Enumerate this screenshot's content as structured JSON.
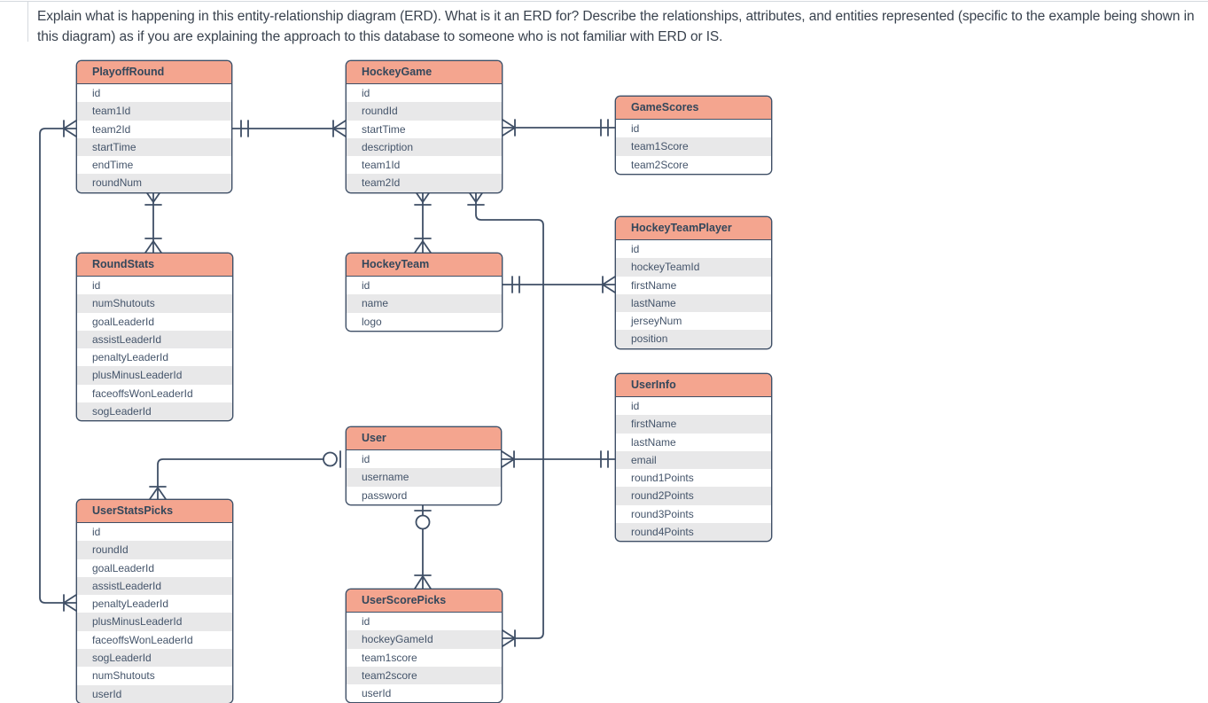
{
  "question": {
    "text": "Explain what is happening in this entity-relationship diagram (ERD). What is it an ERD for? Describe the relationships, attributes, and entities represented (specific to the example being shown in this diagram) as if you are explaining the approach to this database to someone who is not familiar with ERD or IS."
  },
  "diagram": {
    "colors": {
      "entity_header_fill": "#f4a58f",
      "entity_border": "#3f4f66",
      "relationship_line": "#3f4f66",
      "row_alt_fill": "#e8e8e9",
      "row_text": "#44546a",
      "header_text": "#33475b"
    },
    "entities": [
      {
        "name": "PlayoffRound",
        "fields": [
          "id",
          "team1Id",
          "team2Id",
          "startTime",
          "endTime",
          "roundNum"
        ]
      },
      {
        "name": "HockeyGame",
        "fields": [
          "id",
          "roundId",
          "startTime",
          "description",
          "team1Id",
          "team2Id"
        ]
      },
      {
        "name": "GameScores",
        "fields": [
          "id",
          "team1Score",
          "team2Score"
        ]
      },
      {
        "name": "HockeyTeamPlayer",
        "fields": [
          "id",
          "hockeyTeamId",
          "firstName",
          "lastName",
          "jerseyNum",
          "position"
        ]
      },
      {
        "name": "RoundStats",
        "fields": [
          "id",
          "numShutouts",
          "goalLeaderId",
          "assistLeaderId",
          "penaltyLeaderId",
          "plusMinusLeaderId",
          "faceoffsWonLeaderId",
          "sogLeaderId"
        ]
      },
      {
        "name": "HockeyTeam",
        "fields": [
          "id",
          "name",
          "logo"
        ]
      },
      {
        "name": "UserInfo",
        "fields": [
          "id",
          "firstName",
          "lastName",
          "email",
          "round1Points",
          "round2Points",
          "round3Points",
          "round4Points"
        ]
      },
      {
        "name": "User",
        "fields": [
          "id",
          "username",
          "password"
        ]
      },
      {
        "name": "UserStatsPicks",
        "fields": [
          "id",
          "roundId",
          "goalLeaderId",
          "assistLeaderId",
          "penaltyLeaderId",
          "plusMinusLeaderId",
          "faceoffsWonLeaderId",
          "sogLeaderId",
          "numShutouts",
          "userId"
        ]
      },
      {
        "name": "UserScorePicks",
        "fields": [
          "id",
          "hockeyGameId",
          "team1score",
          "team2score",
          "userId"
        ]
      }
    ],
    "relationships": [
      {
        "from": "PlayoffRound",
        "to": "HockeyGame",
        "from_cardinality": "one-and-only-one",
        "to_cardinality": "one-or-many"
      },
      {
        "from": "HockeyGame",
        "to": "GameScores",
        "from_cardinality": "one-or-many",
        "to_cardinality": "one-and-only-one"
      },
      {
        "from": "PlayoffRound",
        "to": "UserStatsPicks",
        "from_cardinality": "one-or-many",
        "to_cardinality": "one-or-many"
      },
      {
        "from": "PlayoffRound",
        "to": "RoundStats",
        "from_cardinality": "one-or-many",
        "to_cardinality": "one-or-many"
      },
      {
        "from": "HockeyGame",
        "to": "HockeyTeam",
        "from_cardinality": "one-or-many",
        "to_cardinality": "one-or-many"
      },
      {
        "from": "HockeyGame",
        "to": "UserScorePicks",
        "from_cardinality": "one-or-many",
        "to_cardinality": "one-or-many"
      },
      {
        "from": "HockeyTeam",
        "to": "HockeyTeamPlayer",
        "from_cardinality": "one-and-only-one",
        "to_cardinality": "one-or-many"
      },
      {
        "from": "User",
        "to": "UserInfo",
        "from_cardinality": "one-or-many",
        "to_cardinality": "one-and-only-one"
      },
      {
        "from": "User",
        "to": "UserStatsPicks",
        "from_cardinality": "zero-or-one",
        "to_cardinality": "one-or-many"
      },
      {
        "from": "User",
        "to": "UserScorePicks",
        "from_cardinality": "zero-or-one",
        "to_cardinality": "one-or-many"
      }
    ]
  }
}
